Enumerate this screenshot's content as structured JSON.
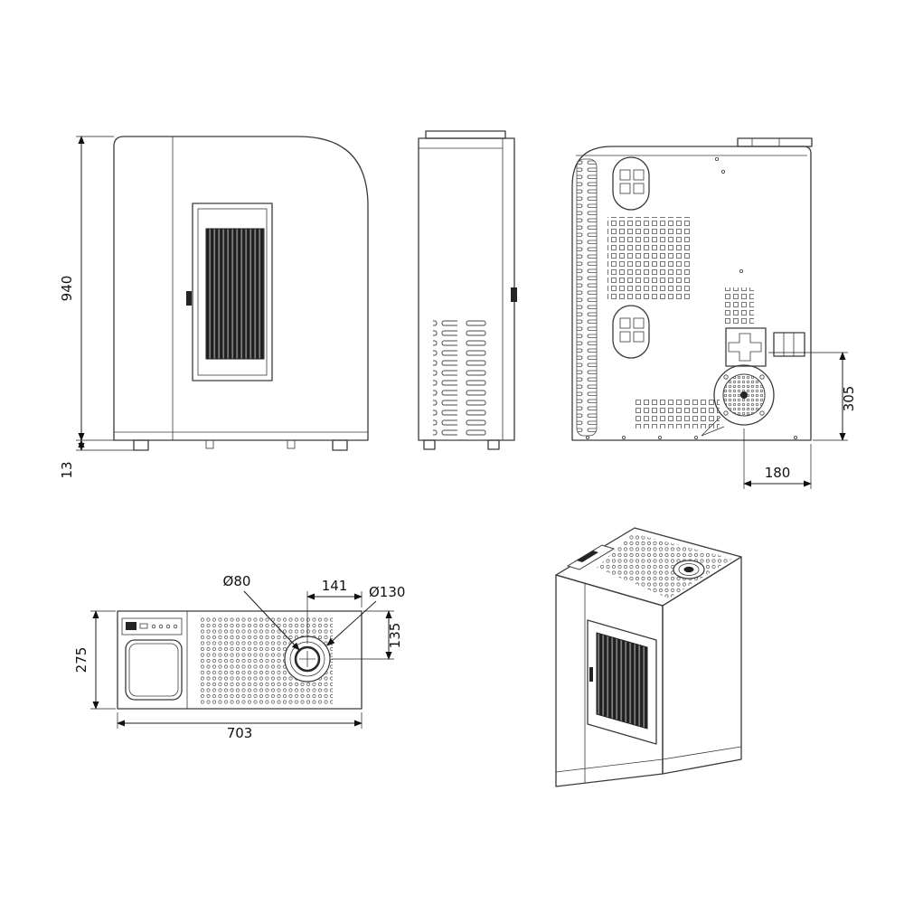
{
  "drawing": {
    "type": "technical-dimension-drawing",
    "subject": "pellet-stove",
    "views": {
      "front": {
        "dims": {
          "height": "940",
          "foot_height": "13"
        }
      },
      "side": {},
      "back": {
        "dims": {
          "outlet_height": "305",
          "outlet_offset": "180"
        }
      },
      "top": {
        "dims": {
          "flue_diameter": "Ø80",
          "flue_offset_x": "141",
          "collar_diameter": "Ø130",
          "flue_offset_y": "135",
          "depth": "275",
          "width": "703"
        }
      },
      "perspective": {}
    }
  },
  "colors": {
    "line": "#3a3a3a",
    "dim-line": "#1c1c1c",
    "text": "#111111",
    "bg": "#ffffff",
    "dark-fill": "#242424"
  }
}
